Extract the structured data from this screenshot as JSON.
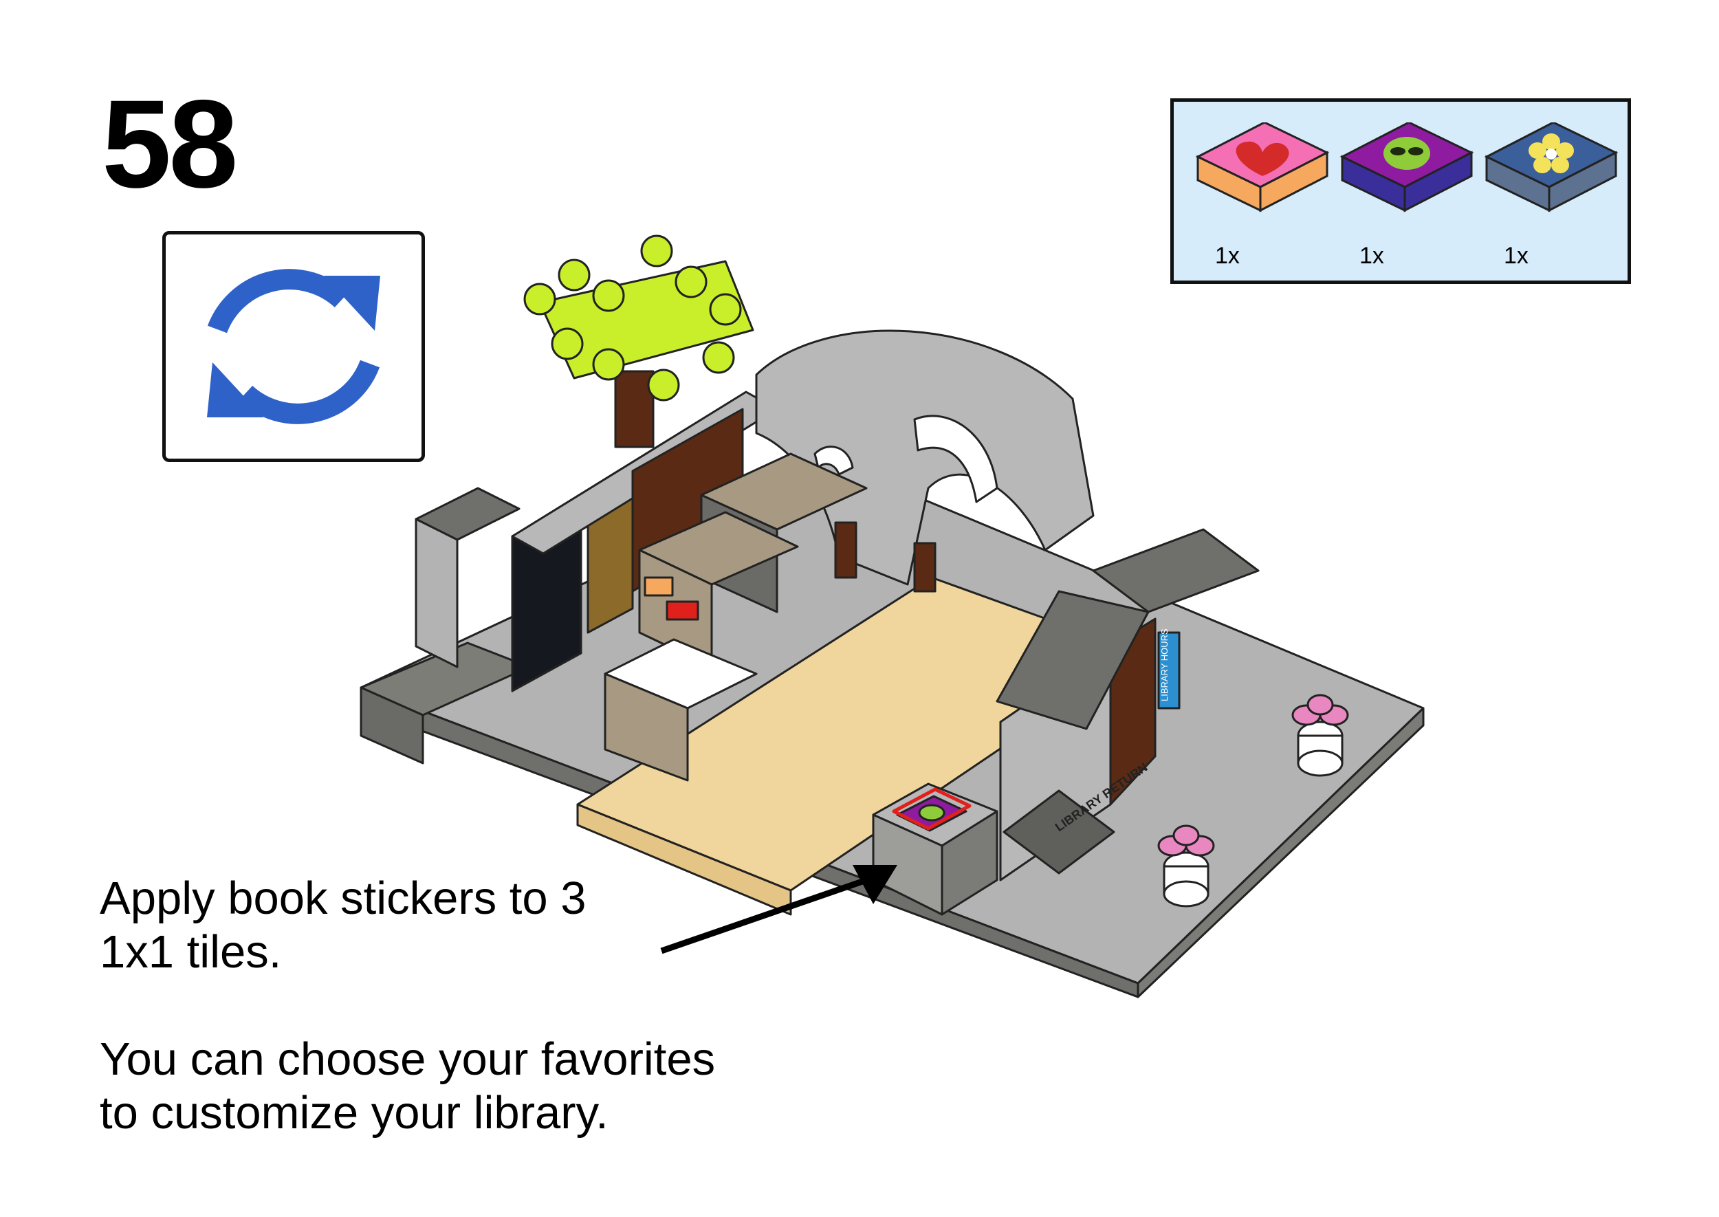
{
  "step": {
    "number": "58"
  },
  "rotate_icon": {
    "name": "rotate-icon",
    "color": "#2f62c8"
  },
  "parts": [
    {
      "name": "heart-sticker-tile",
      "qty": "1x",
      "top_color": "#f56fb5",
      "side_color": "#f6a85f",
      "graphic_color": "#d42a2a"
    },
    {
      "name": "alien-sticker-tile",
      "qty": "1x",
      "top_color": "#8e1ba0",
      "side_color": "#3a2f9a",
      "graphic_color": "#8fcc3a"
    },
    {
      "name": "flower-sticker-tile",
      "qty": "1x",
      "top_color": "#3b5f9b",
      "side_color": "#5d7190",
      "graphic_color": "#f4e35a"
    }
  ],
  "instructions": {
    "line1": "Apply book stickers to 3\n1x1 tiles.",
    "line2": "You can choose your favorites\nto customize your library."
  },
  "model_labels": {
    "library_return": "LIBRARY RETURN",
    "library_hours": "LIBRARY HOURS"
  },
  "colors": {
    "dark_gray": "#6f6f6b",
    "light_gray": "#b5b5b5",
    "tan": "#f0d59c",
    "brown": "#5a2a14",
    "lime": "#c9ef2a",
    "highlight": "#e0201c"
  }
}
